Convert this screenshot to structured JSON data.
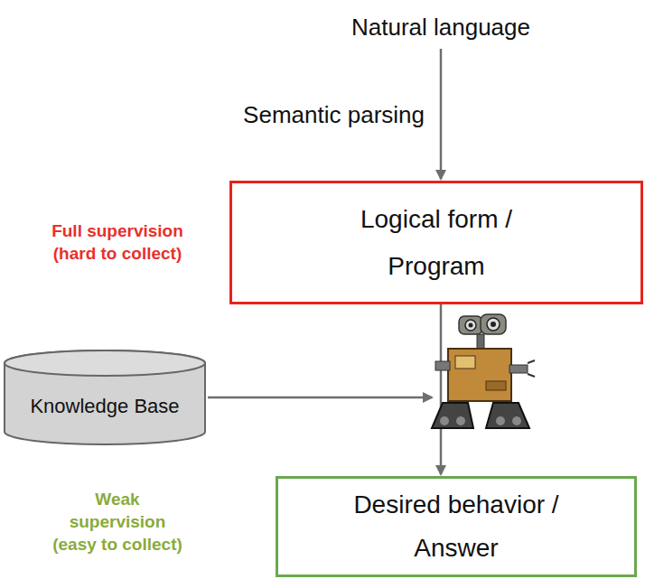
{
  "diagram": {
    "nodes": [
      {
        "text": [
          "Natural language"
        ]
      },
      {
        "text": [
          "Logical form / Program"
        ]
      },
      {
        "text": [
          "Knowledge Base"
        ]
      },
      {
        "text": [
          "Desired behavior / Answer"
        ]
      }
    ],
    "edges": [
      {
        "from": 0,
        "to": 1,
        "arrow": "to",
        "label": "Semantic parsing"
      },
      {
        "from": 1,
        "to": 3,
        "arrow": "to"
      }
    ],
    "labels": [
      "Full supervision (hard to collect)",
      "Weak supervision (easy to collect)"
    ]
  }
}
